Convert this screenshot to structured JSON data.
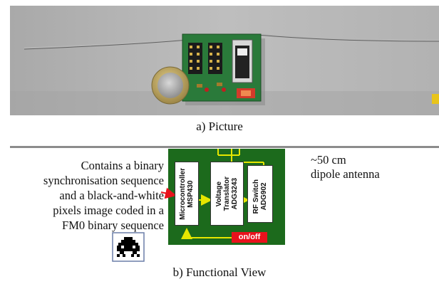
{
  "caption_a": "a) Picture",
  "caption_b": "b) Functional View",
  "description_lines": [
    "Contains a binary",
    "synchronisation sequence",
    "and a black-and-white",
    "pixels image coded in a",
    "FM0 binary sequence"
  ],
  "antenna_lines": [
    "~50 cm",
    "dipole antenna"
  ],
  "blocks": {
    "mcu": [
      "Microcontroller",
      "MSP430"
    ],
    "translator": [
      "Voltage",
      "Translator",
      "ADG3243"
    ],
    "rf_switch": [
      "RF Switch",
      "ADG902"
    ]
  },
  "onoff_label": "on/off",
  "colors": {
    "board": "#1c6a1c",
    "signal_arrow": "#e6e600",
    "input_arrow": "#e8121c",
    "switch_button": "#e8121c",
    "divider": "#8c8c8c"
  },
  "icons": [
    "pixel-invader-icon"
  ]
}
